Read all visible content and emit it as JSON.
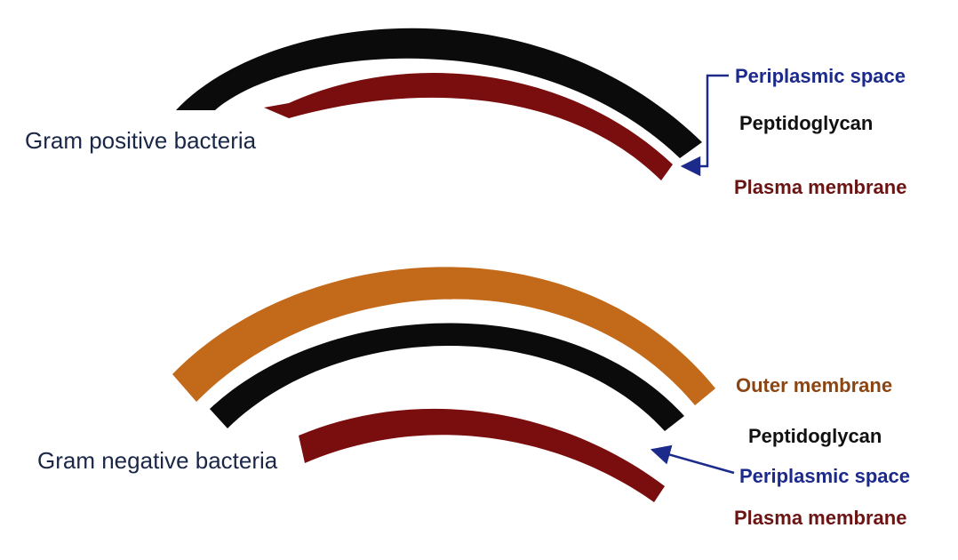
{
  "colors": {
    "background": "#ffffff",
    "peptidoglycan": "#0b0b0b",
    "plasma_membrane": "#7a0d0d",
    "outer_membrane": "#c36a1a",
    "periplasmic_space": "#1c2a8c",
    "section_label": "#1a2747",
    "peptidoglycan_label": "#111111",
    "plasma_membrane_label": "#6a1414",
    "outer_membrane_label": "#8a4513"
  },
  "gram_positive": {
    "title": "Gram positive bacteria",
    "labels": {
      "periplasmic_space": "Periplasmic space",
      "peptidoglycan": "Peptidoglycan",
      "plasma_membrane": "Plasma membrane"
    }
  },
  "gram_negative": {
    "title": "Gram negative bacteria",
    "labels": {
      "outer_membrane": "Outer membrane",
      "peptidoglycan": "Peptidoglycan",
      "periplasmic_space": "Periplasmic space",
      "plasma_membrane": "Plasma membrane"
    }
  }
}
